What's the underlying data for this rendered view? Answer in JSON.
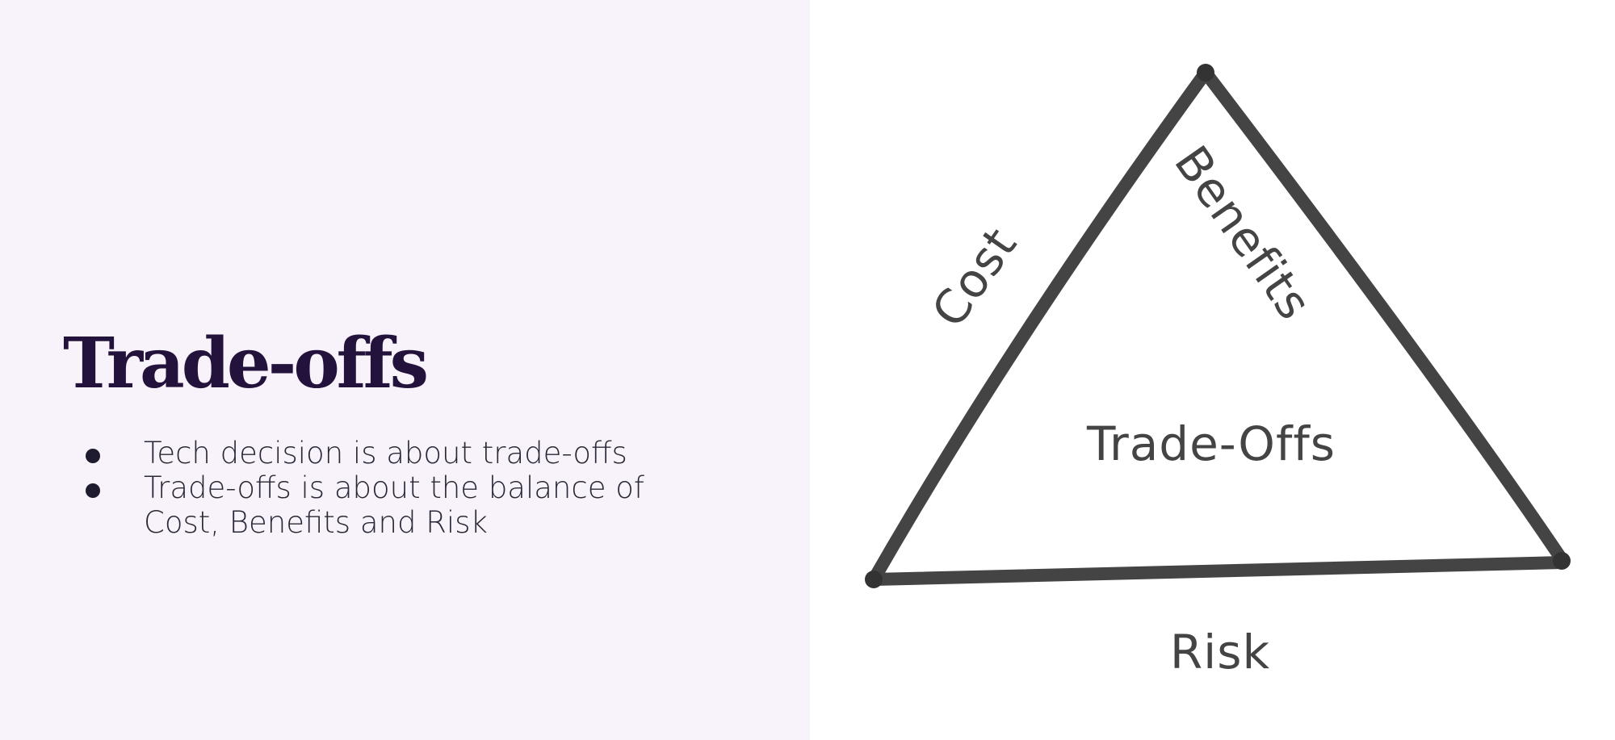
{
  "slide": {
    "title": "Trade-offs",
    "bullets": [
      "Tech decision is about trade-offs",
      "Trade-offs is about the balance of Cost, Benefits and Risk"
    ]
  },
  "diagram": {
    "center_label": "Trade-Offs",
    "left_side_label": "Cost",
    "right_side_label": "Benefits",
    "bottom_side_label": "Risk"
  },
  "colors": {
    "left_background": "#f8f3fa",
    "right_background": "#ffffff",
    "title_text": "#23123c",
    "body_text": "#2a2838",
    "triangle_stroke": "#444444"
  }
}
